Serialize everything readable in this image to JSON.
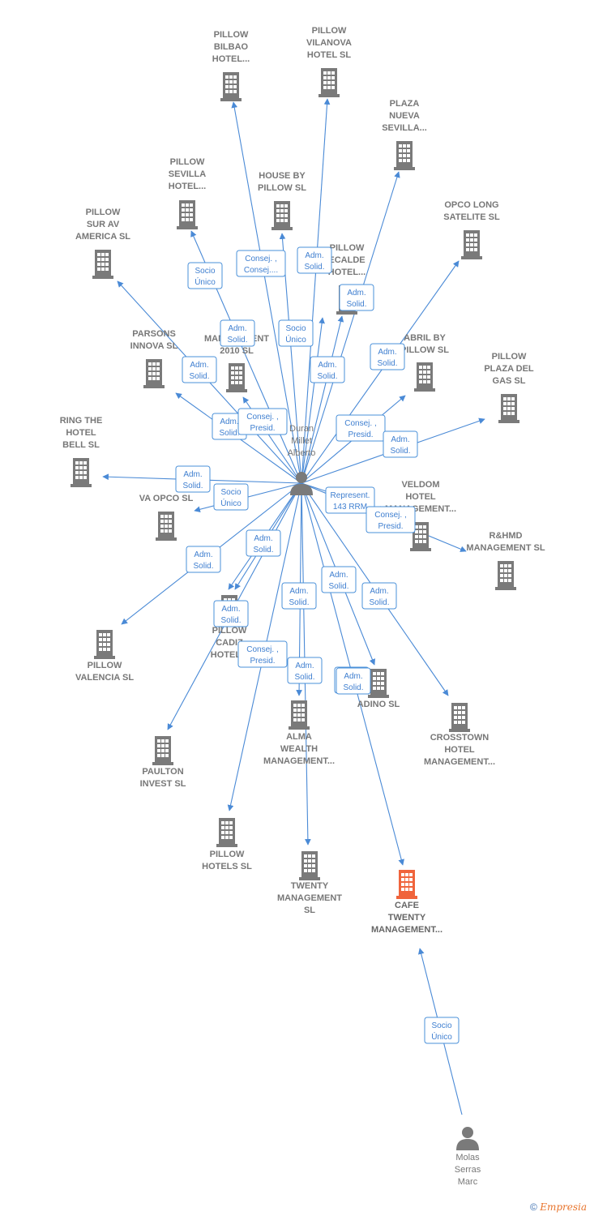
{
  "colors": {
    "node": "#7a7a7a",
    "focus": "#f0643c",
    "edge": "#4a8ad6",
    "label_border": "#4a90d9",
    "label_text": "#3f7fd0"
  },
  "companies": [
    {
      "id": "bilbao",
      "lines": [
        "PILLOW",
        "BILBAO",
        "HOTEL..."
      ]
    },
    {
      "id": "vilanova",
      "lines": [
        "PILLOW",
        "VILANOVA",
        "HOTEL  SL"
      ]
    },
    {
      "id": "plaza-nueva",
      "lines": [
        "PLAZA",
        "NUEVA",
        "SEVILLA..."
      ]
    },
    {
      "id": "sevilla",
      "lines": [
        "PILLOW",
        "SEVILLA",
        "HOTEL..."
      ]
    },
    {
      "id": "house",
      "lines": [
        "HOUSE BY",
        "PILLOW  SL"
      ]
    },
    {
      "id": "opco-long",
      "lines": [
        "OPCO LONG",
        "SATELITE  SL"
      ]
    },
    {
      "id": "sur-av",
      "lines": [
        "PILLOW",
        "SUR AV",
        "AMERICA  SL"
      ]
    },
    {
      "id": "ecalde",
      "lines": [
        "PILLOW",
        "ECALDE",
        "HOTEL..."
      ]
    },
    {
      "id": "parsons",
      "lines": [
        "PARSONS",
        "INNOVA SL"
      ]
    },
    {
      "id": "management-2010",
      "lines": [
        "MANAGEMENT",
        "2010 SL"
      ]
    },
    {
      "id": "abril",
      "lines": [
        "ABRIL BY",
        "PILLOW  SL"
      ]
    },
    {
      "id": "plaza-gas",
      "lines": [
        "PILLOW",
        "PLAZA DEL",
        "GAS  SL"
      ]
    },
    {
      "id": "ring",
      "lines": [
        "RING THE",
        "HOTEL",
        "BELL  SL"
      ]
    },
    {
      "id": "va-opco",
      "lines": [
        "VA OPCO  SL"
      ]
    },
    {
      "id": "veldom",
      "lines": [
        "VELDOM",
        "HOTEL",
        "MANAGEMENT..."
      ]
    },
    {
      "id": "rhmd",
      "lines": [
        "R&HMD",
        "MANAGEMENT SL"
      ]
    },
    {
      "id": "valencia",
      "lines": [
        "PILLOW",
        "VALENCIA  SL"
      ]
    },
    {
      "id": "cadiz",
      "lines": [
        "PILLOW",
        "CADIZ",
        "HOTEL..."
      ]
    },
    {
      "id": "adino",
      "lines": [
        "ADINO  SL"
      ]
    },
    {
      "id": "alma",
      "lines": [
        "ALMA",
        "WEALTH",
        "MANAGEMENT..."
      ]
    },
    {
      "id": "crosstown",
      "lines": [
        "CROSSTOWN",
        "HOTEL",
        "MANAGEMENT..."
      ]
    },
    {
      "id": "paulton",
      "lines": [
        "PAULTON",
        "INVEST  SL"
      ]
    },
    {
      "id": "hotels",
      "lines": [
        "PILLOW",
        "HOTELS  SL"
      ]
    },
    {
      "id": "twenty",
      "lines": [
        "TWENTY",
        "MANAGEMENT",
        "SL"
      ]
    },
    {
      "id": "cafe",
      "lines": [
        "CAFE",
        "TWENTY",
        "MANAGEMENT..."
      ]
    }
  ],
  "persons": [
    {
      "id": "duran",
      "lines": [
        "Duran",
        "Millet",
        "Alberto"
      ]
    },
    {
      "id": "molas",
      "lines": [
        "Molas",
        "Serras",
        "Marc"
      ]
    }
  ],
  "edge_labels": [
    {
      "id": "l1",
      "lines": [
        "Socio",
        "Único"
      ]
    },
    {
      "id": "l2",
      "lines": [
        "Consej. ,",
        "Consej...."
      ]
    },
    {
      "id": "l3",
      "lines": [
        "Adm.",
        "Solid."
      ]
    },
    {
      "id": "l4",
      "lines": [
        "Adm.",
        "Solid."
      ]
    },
    {
      "id": "l5",
      "lines": [
        "Adm.",
        "Solid."
      ]
    },
    {
      "id": "l6",
      "lines": [
        "Socio",
        "Único"
      ]
    },
    {
      "id": "l7",
      "lines": [
        "Adm.",
        "Solid."
      ]
    },
    {
      "id": "l8",
      "lines": [
        "Adm.",
        "Solid."
      ]
    },
    {
      "id": "l9",
      "lines": [
        "Adm.",
        "Solid."
      ]
    },
    {
      "id": "l10",
      "lines": [
        "Adm.",
        "Solid."
      ]
    },
    {
      "id": "l11",
      "lines": [
        "Consej. ,",
        "Presid."
      ]
    },
    {
      "id": "l12",
      "lines": [
        "Consej. ,",
        "Presid."
      ]
    },
    {
      "id": "l13",
      "lines": [
        "Adm.",
        "Solid."
      ]
    },
    {
      "id": "l14",
      "lines": [
        "Socio",
        "Único"
      ]
    },
    {
      "id": "l15",
      "lines": [
        "Adm.",
        "Solid."
      ]
    },
    {
      "id": "l16",
      "lines": [
        "Socio",
        "Único"
      ]
    },
    {
      "id": "l17",
      "lines": [
        "Represent.",
        "143 RRM"
      ]
    },
    {
      "id": "l18",
      "lines": [
        "Consej. ,",
        "Presid."
      ]
    },
    {
      "id": "l19",
      "lines": [
        "Adm.",
        "Solid."
      ]
    },
    {
      "id": "l20",
      "lines": [
        "Adm.",
        "Solid."
      ]
    },
    {
      "id": "l21",
      "lines": [
        "Adm.",
        "Solid."
      ]
    },
    {
      "id": "l22",
      "lines": [
        "Adm.",
        "Solid."
      ]
    },
    {
      "id": "l23",
      "lines": [
        "Adm.",
        "Solid."
      ]
    },
    {
      "id": "l24",
      "lines": [
        "Adm.",
        "Solid."
      ]
    },
    {
      "id": "l25",
      "lines": [
        "Consej. ,",
        "Presid."
      ]
    },
    {
      "id": "l26",
      "lines": [
        "Adm.",
        "Solid."
      ]
    },
    {
      "id": "l27",
      "lines": [
        "Adm.",
        "Solid."
      ]
    },
    {
      "id": "l28",
      "lines": [
        "Adm.",
        "Solid."
      ]
    }
  ],
  "footer": {
    "copyright": "©",
    "brand": "Empresia"
  }
}
